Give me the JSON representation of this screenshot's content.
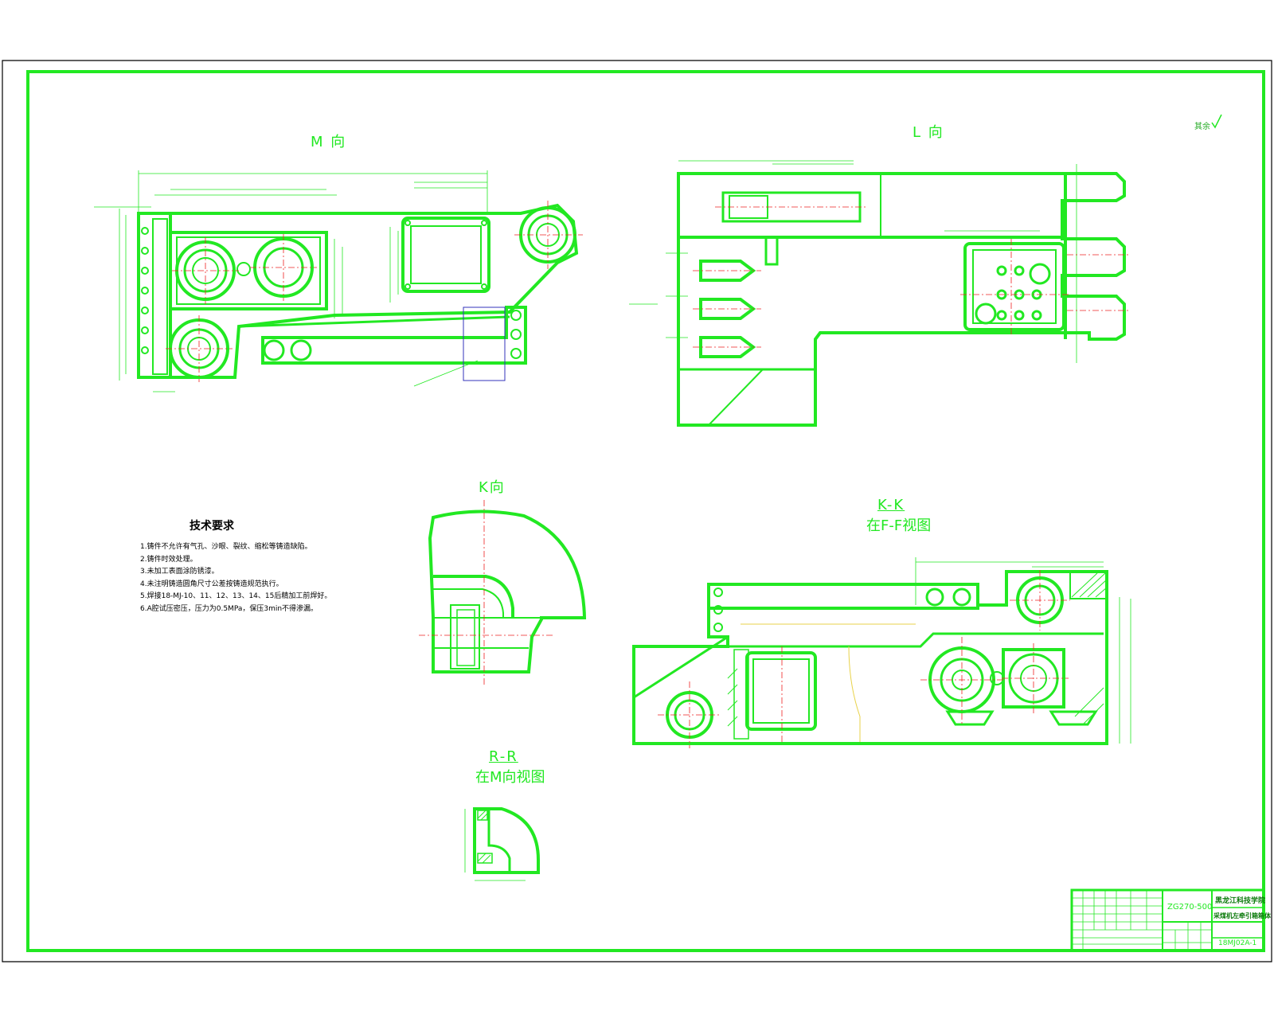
{
  "views": {
    "m": "M 向",
    "l": "L 向",
    "k": "K向",
    "kk_name": "K-K",
    "kk_sub": "在F-F视图",
    "rr_name": "R-R",
    "rr_sub": "在M向视图"
  },
  "roughness_note": "其余",
  "tech_requirements": {
    "title": "技术要求",
    "items": [
      "1.铸件不允许有气孔、沙眼、裂纹、缩松等铸造缺陷。",
      "2.铸件时效处理。",
      "3.未加工表面涂防锈漆。",
      "4.未注明铸造圆角尺寸公差按铸造规范执行。",
      "5.焊接18-MJ-10、11、12、13、14、15后精加工前焊好。",
      "6.A腔试压密压，压力为0.5MPa，保压3min不得渗漏。"
    ]
  },
  "title_block": {
    "code": "ZG270-500",
    "school": "黑龙江科技学院",
    "part_name": "采煤机左牵引箱箱体",
    "drawing_no": "18MJ02A-1"
  },
  "colors": {
    "line": "#22e822",
    "frame": "#000000",
    "background": "#ffffff"
  }
}
